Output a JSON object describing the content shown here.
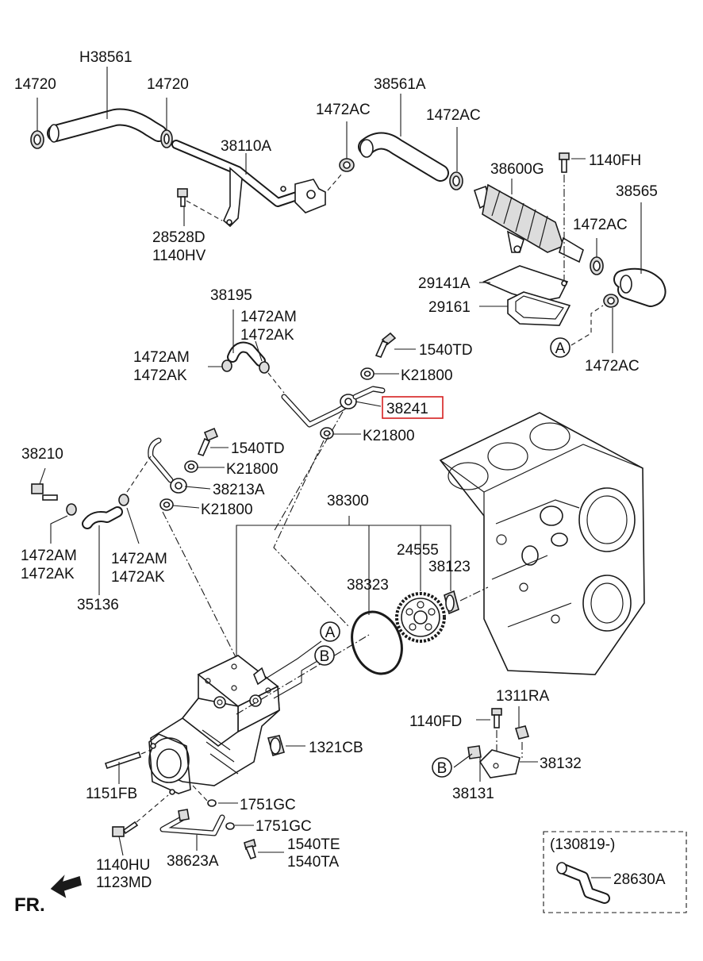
{
  "labels": {
    "h38561": "H38561",
    "p14720_left": "14720",
    "p14720_right": "14720",
    "p38110a": "38110A",
    "p1472ac_a": "1472AC",
    "p38561a": "38561A",
    "p1472ac_b": "1472AC",
    "p38600g": "38600G",
    "p1140fh": "1140FH",
    "p38565": "38565",
    "p1472ac_c": "1472AC",
    "p28528d": "28528D",
    "p1140hv": "1140HV",
    "p29141a": "29141A",
    "p29161": "29161",
    "p1472ac_d": "1472AC",
    "p38195": "38195",
    "p1472am_a": "1472AM",
    "p1472ak_a": "1472AK",
    "p1472am_b": "1472AM",
    "p1472ak_b": "1472AK",
    "p1540td_a": "1540TD",
    "pk21800_a": "K21800",
    "p38241": "38241",
    "pk21800_b": "K21800",
    "p38210": "38210",
    "p1540td_b": "1540TD",
    "pk21800_c": "K21800",
    "p38213a": "38213A",
    "pk21800_d": "K21800",
    "p38300": "38300",
    "p1472am_c": "1472AM",
    "p1472ak_c": "1472AK",
    "p1472am_d": "1472AM",
    "p1472ak_d": "1472AK",
    "p24555": "24555",
    "p38123": "38123",
    "p38323": "38323",
    "p35136": "35136",
    "p1311ra": "1311RA",
    "p1140fd": "1140FD",
    "p1321cb": "1321CB",
    "p38132": "38132",
    "p38131": "38131",
    "p1151fb": "1151FB",
    "p1751gc_a": "1751GC",
    "p1751gc_b": "1751GC",
    "p1540te": "1540TE",
    "p1540ta": "1540TA",
    "p1140hu": "1140HU",
    "p1123md": "1123MD",
    "p38623a": "38623A",
    "date_code": "(130819-)",
    "p28630a": "28630A",
    "fr": "FR."
  },
  "callouts": {
    "a": "A",
    "b": "B"
  },
  "highlighted_part": "38241",
  "highlight_color": "#d62020"
}
